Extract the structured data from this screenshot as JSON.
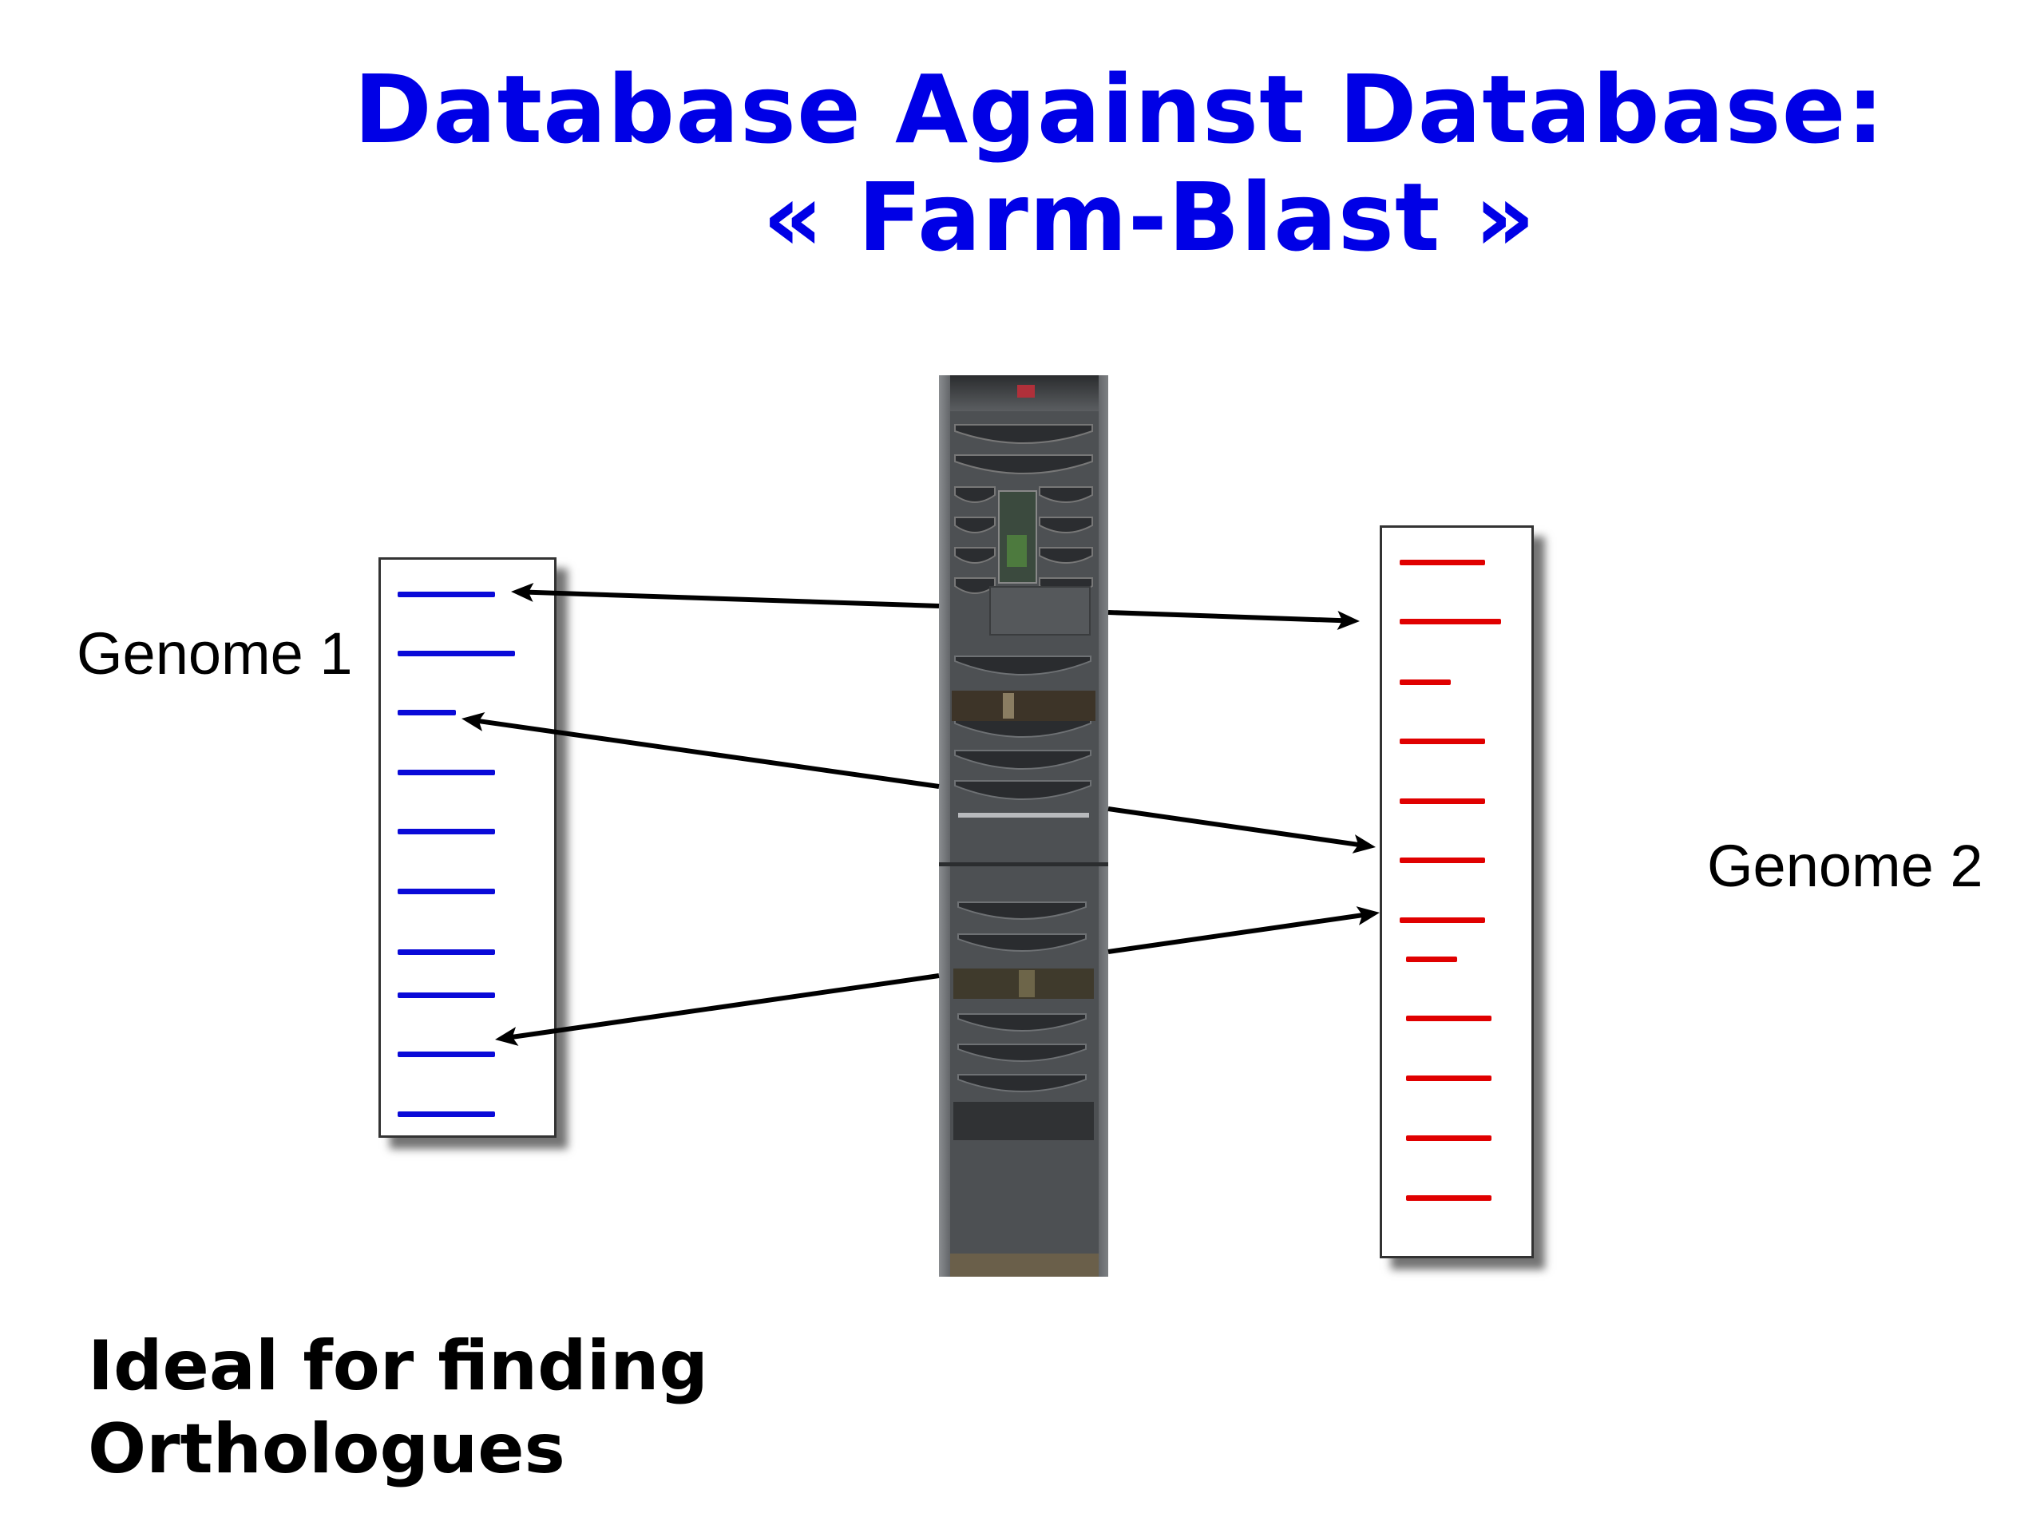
{
  "title": {
    "line1": "Database Against Database:",
    "line2": "« Farm-Blast »",
    "color": "#0000e6"
  },
  "genome1": {
    "label": "Genome 1",
    "line_color": "#0a0ad8",
    "sequences": [
      "long",
      "longer",
      "short",
      "long",
      "long",
      "long",
      "long",
      "long",
      "long",
      "long"
    ]
  },
  "genome2": {
    "label": "Genome 2",
    "line_color": "#e00000",
    "sequences": [
      "long",
      "longer",
      "short",
      "long",
      "long",
      "long",
      "long",
      "short",
      "long",
      "long",
      "long",
      "long"
    ]
  },
  "server": {
    "icon": "server-rack-icon"
  },
  "arrows": [
    {
      "from": "server",
      "to": "genome1",
      "target_index": 0
    },
    {
      "from": "server",
      "to": "genome1",
      "target_index": 2
    },
    {
      "from": "server",
      "to": "genome1",
      "target_index": 8
    },
    {
      "from": "server",
      "to": "genome2",
      "target_index": 1
    },
    {
      "from": "server",
      "to": "genome2",
      "target_index": 5
    },
    {
      "from": "server",
      "to": "genome2",
      "target_index": 6
    }
  ],
  "caption": {
    "line1": "Ideal for finding",
    "line2": "Orthologues"
  }
}
